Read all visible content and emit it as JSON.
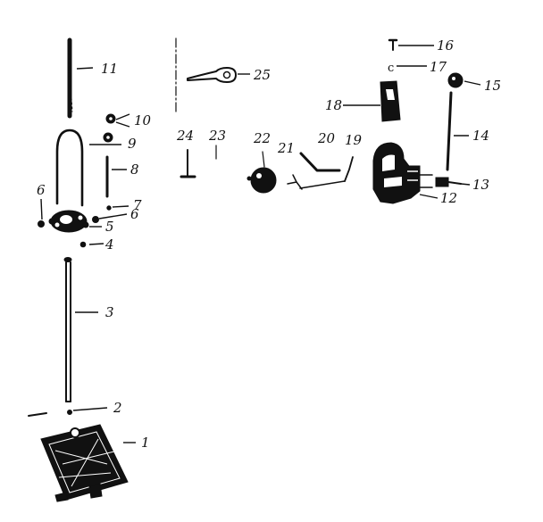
{
  "diagram": {
    "kind": "exploded-parts-view",
    "colors": {
      "ink": "#111111",
      "paper": "#ffffff"
    },
    "part_numbers": {
      "p1": "1",
      "p2": "2",
      "p3": "3",
      "p4": "4",
      "p5": "5",
      "p6a": "6",
      "p6b": "6",
      "p7": "7",
      "p8": "8",
      "p9": "9",
      "p10": "10",
      "p11": "11",
      "p12": "12",
      "p13": "13",
      "p14": "14",
      "p15": "15",
      "p16": "16",
      "p17": "17",
      "p18": "18",
      "p19": "19",
      "p20": "20",
      "p21": "21",
      "p22": "22",
      "p23": "23",
      "p24": "24",
      "p25": "25"
    }
  }
}
